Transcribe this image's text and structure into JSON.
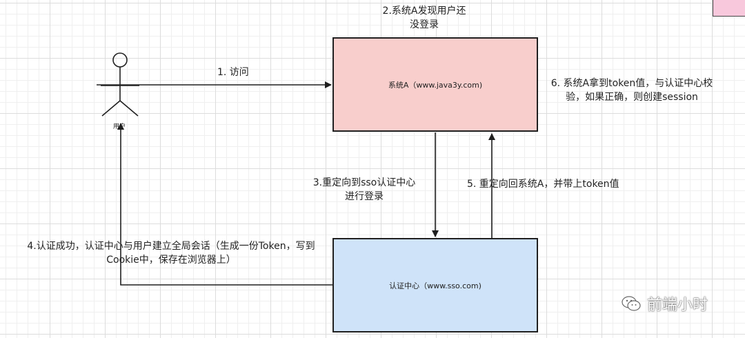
{
  "nodes": {
    "system_a": "系统A（www.java3y.com)",
    "sso": "认证中心（www.sso.com)",
    "user": "用户"
  },
  "steps": {
    "s1": "1.  访问",
    "s2_line1": "2.系统A发现用户还",
    "s2_line2": "没登录",
    "s3_line1": "3.重定向到sso认证中心",
    "s3_line2": "进行登录",
    "s4_line1": "4.认证成功，认证中心与用户建立全局会话（生成一份Token，写到",
    "s4_line2": "Cookie中，保存在浏览器上）",
    "s5": "5.  重定向回系统A，并带上token值",
    "s6_line1": "6.  系统A拿到token值，与认证中心校",
    "s6_line2": "验，如果正确，则创建session"
  },
  "watermark": {
    "text": "前端小时",
    "icon": "wechat-icon"
  },
  "colors": {
    "system_a_fill": "#f8cecc",
    "sso_fill": "#cfe3f9"
  }
}
